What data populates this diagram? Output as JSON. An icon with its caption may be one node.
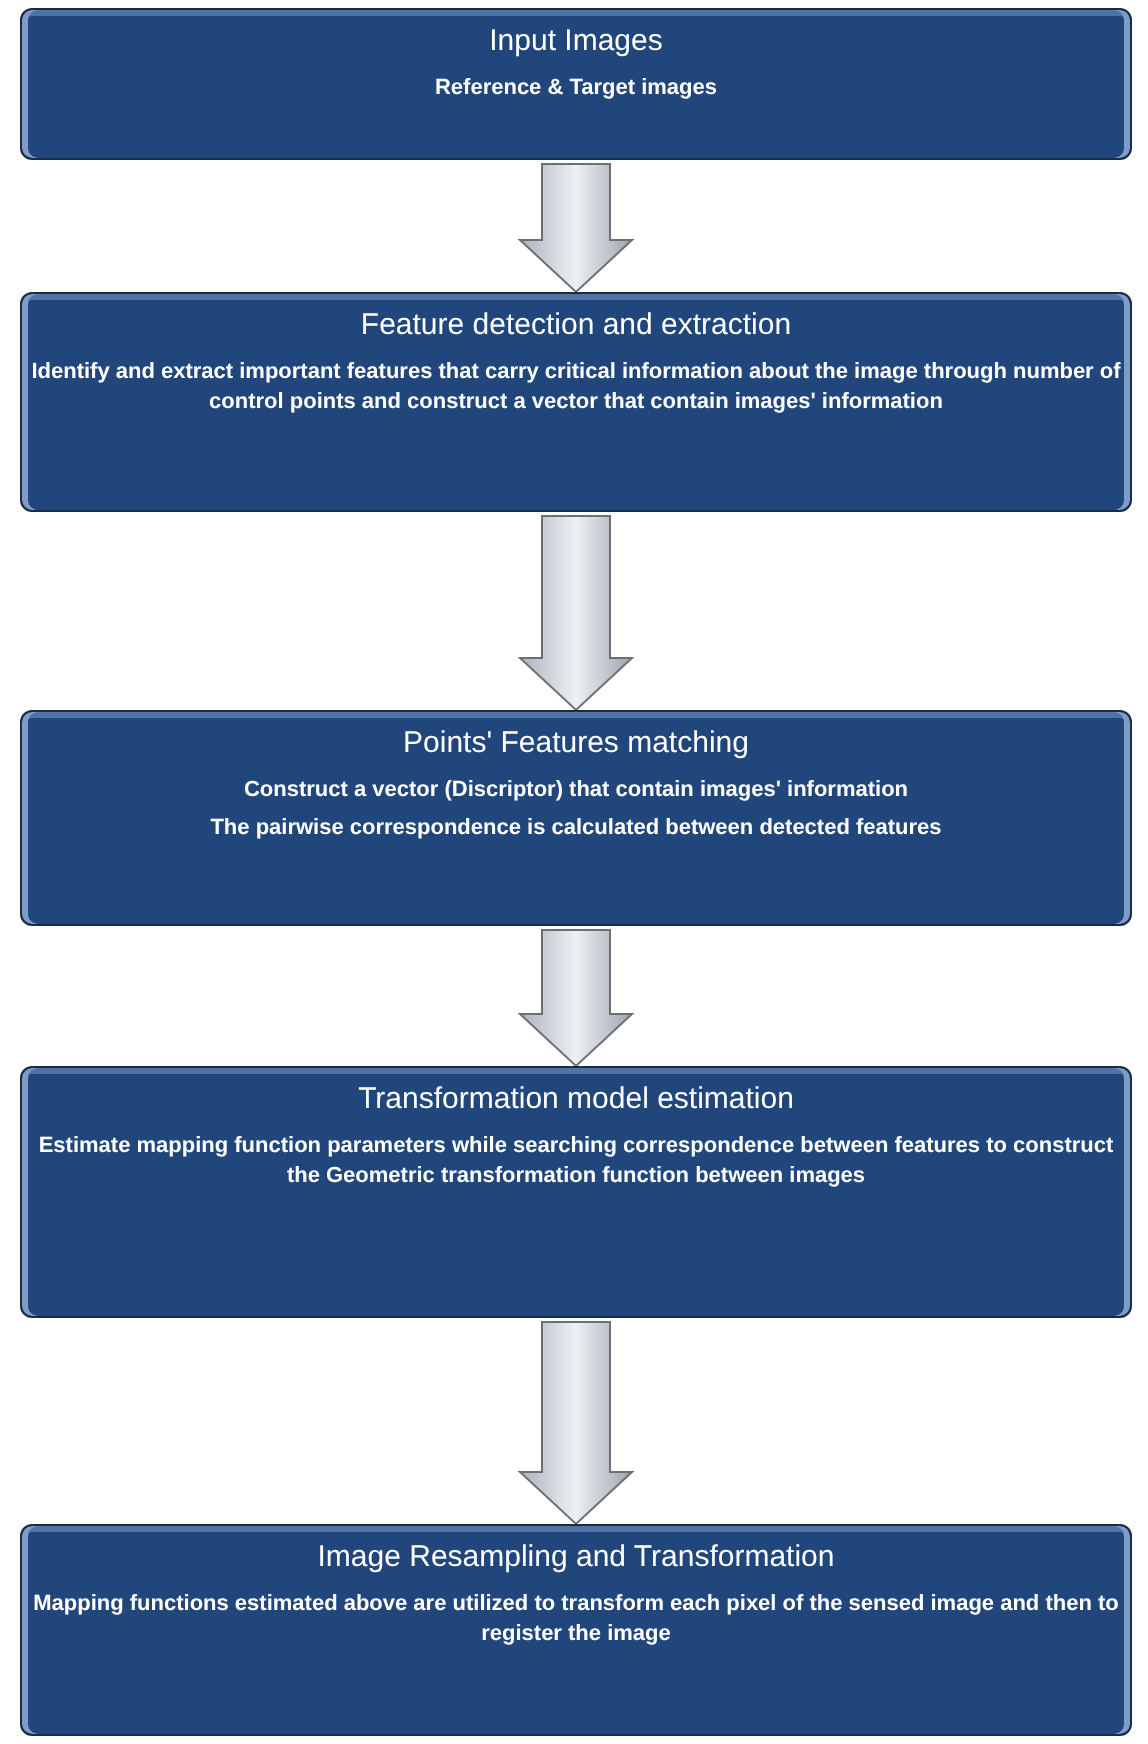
{
  "diagram": {
    "nodes": [
      {
        "text": [
          "Input Images",
          "Reference & Target images"
        ]
      },
      {
        "text": [
          "Feature detection and extraction",
          "Identify and extract important features that carry critical information about the image through number of control points and construct a vector that contain images' information"
        ]
      },
      {
        "text": [
          "Points' Features matching",
          "Construct a vector (Discriptor) that contain images' information",
          "The pairwise correspondence is calculated between detected features"
        ]
      },
      {
        "text": [
          "Transformation model estimation",
          "Estimate mapping function parameters while searching correspondence between features to construct  the Geometric transformation function between images"
        ]
      },
      {
        "text": [
          "Image Resampling and Transformation",
          "Mapping functions estimated  above  are utilized to transform each pixel of  the sensed image and then to register the image"
        ]
      }
    ],
    "edges": [
      {
        "from": 0,
        "to": 1,
        "arrow": "to"
      },
      {
        "from": 1,
        "to": 2,
        "arrow": "to"
      },
      {
        "from": 2,
        "to": 3,
        "arrow": "to"
      },
      {
        "from": 3,
        "to": 4,
        "arrow": "to"
      }
    ]
  }
}
